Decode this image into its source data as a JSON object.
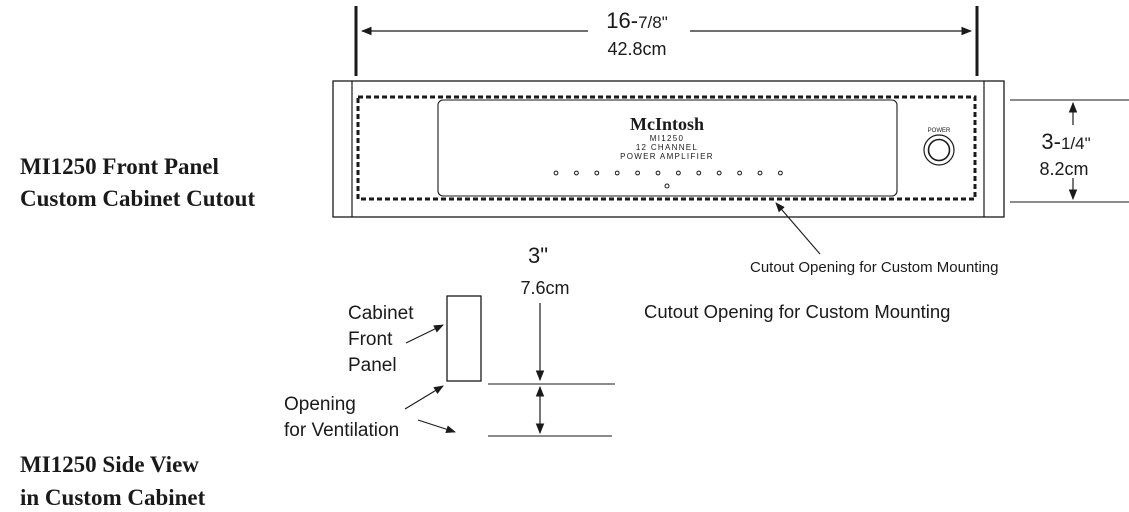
{
  "titles": {
    "front_line1": "MI1250 Front Panel",
    "front_line2": "Custom Cabinet Cutout",
    "side_line1": "MI1250 Side View",
    "side_line2": "in Custom Cabinet"
  },
  "dimensions": {
    "width_in_whole": "16-",
    "width_in_frac": "7/8\"",
    "width_cm": "42.8cm",
    "height_in_whole": "3-",
    "height_in_frac": "1/4\"",
    "height_cm": "8.2cm",
    "clearance_in": "3\"",
    "clearance_cm": "7.6cm"
  },
  "panel": {
    "brand": "McIntosh",
    "model": "MI1250",
    "line1": "12 CHANNEL",
    "line2": "POWER AMPLIFIER",
    "power_label": "POWER",
    "led_count": 12
  },
  "callouts": {
    "cutout_small": "Cutout Opening for Custom Mounting",
    "cutout_large": "Cutout Opening for Custom Mounting",
    "cabinet_line1": "Cabinet",
    "cabinet_line2": "Front",
    "cabinet_line3": "Panel",
    "vent_line1": "Opening",
    "vent_line2": "for Ventilation"
  }
}
